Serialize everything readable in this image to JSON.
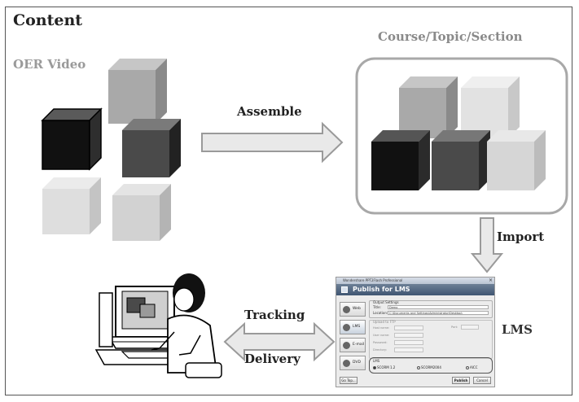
{
  "labels": {
    "content": "Content",
    "oer_video": "OER Video",
    "course_topic_section": "Course/Topic/Section",
    "assemble": "Assemble",
    "import": "Import",
    "lms": "LMS",
    "tracking": "Tracking",
    "delivery": "Delivery"
  },
  "colors": {
    "black_cube": "#111111",
    "dark_cube": "#4a4a4a",
    "mid_cube": "#a9a9a9",
    "light_cube": "#d6d6d6",
    "arrow_fill": "#e9e9e9",
    "arrow_stroke": "#9a9a9a"
  },
  "lms_window": {
    "title": "Wondershare PPT2Flash Professional",
    "close": "×",
    "header": "Publish for LMS",
    "side_buttons": [
      "Web",
      "LMS",
      "E-mail",
      "DVD"
    ],
    "output_settings": "Output Settings",
    "title_label": "Title:",
    "title_value": "Demo",
    "location_label": "Location:",
    "location_value": "C:\\Documents and Settings\\Administrator\\Desktop\\",
    "upload_ftp": "Upload to FTP",
    "ftp_rows": [
      "Host name:",
      "User name:",
      "Password:",
      "Directory:"
    ],
    "port_label": "Port:",
    "lms_group_label": "LMS",
    "lms_options": [
      "SCORM 1.2",
      "SCORM2004",
      "AICC"
    ],
    "go_to_label": "Go Top...",
    "publish_label": "Publish",
    "cancel_label": "Cancel"
  }
}
